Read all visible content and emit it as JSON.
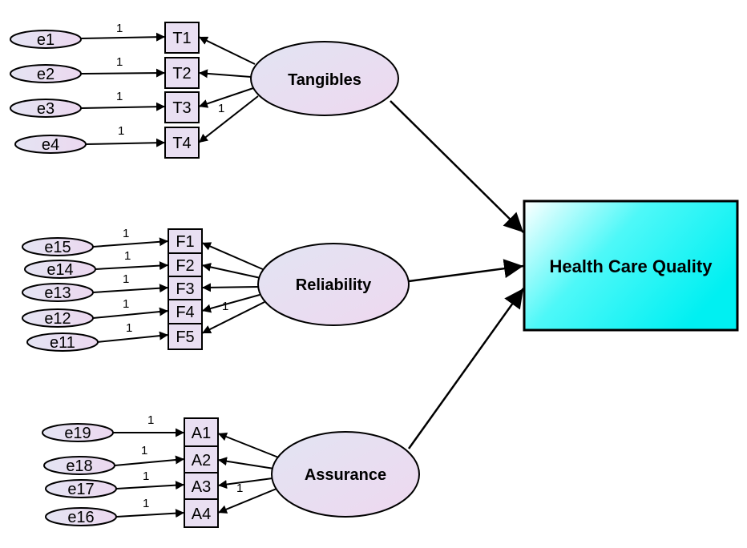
{
  "diagram": {
    "outcome": {
      "label": "Health Care Quality"
    },
    "constructs": [
      {
        "label": "Tangibles",
        "indicators": [
          {
            "label": "T1",
            "error": "e1",
            "weight": "1"
          },
          {
            "label": "T2",
            "error": "e2",
            "weight": "1"
          },
          {
            "label": "T3",
            "error": "e3",
            "weight": "1"
          },
          {
            "label": "T4",
            "error": "e4",
            "weight": "1"
          }
        ],
        "fixed_loading": "1"
      },
      {
        "label": "Reliability",
        "indicators": [
          {
            "label": "F1",
            "error": "e15",
            "weight": "1"
          },
          {
            "label": "F2",
            "error": "e14",
            "weight": "1"
          },
          {
            "label": "F3",
            "error": "e13",
            "weight": "1"
          },
          {
            "label": "F4",
            "error": "e12",
            "weight": "1"
          },
          {
            "label": "F5",
            "error": "e11",
            "weight": "1"
          }
        ],
        "fixed_loading": "1"
      },
      {
        "label": "Assurance",
        "indicators": [
          {
            "label": "A1",
            "error": "e19",
            "weight": "1"
          },
          {
            "label": "A2",
            "error": "e18",
            "weight": "1"
          },
          {
            "label": "A3",
            "error": "e17",
            "weight": "1"
          },
          {
            "label": "A4",
            "error": "e16",
            "weight": "1"
          }
        ],
        "fixed_loading": "1"
      }
    ]
  },
  "colors": {
    "ellipse_fill_from": "#e4e4f2",
    "ellipse_fill_to": "#ecd8f0",
    "box_fill": "#e9dff2",
    "outcome_fill_from": "#ffffff",
    "outcome_fill_to": "#00f2f5",
    "stroke": "#000000"
  }
}
